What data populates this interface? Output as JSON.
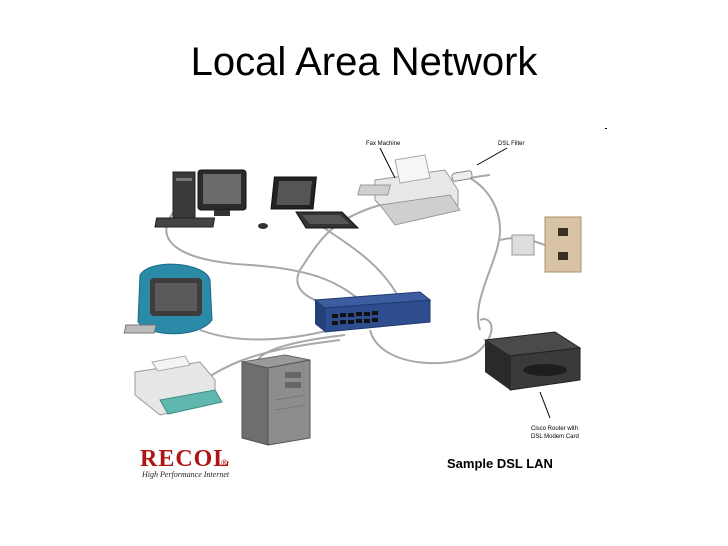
{
  "slide": {
    "title": "Local Area Network"
  },
  "diagram": {
    "labels": {
      "fax_machine": "Fax Machine",
      "dsl_filter": "DSL Filter",
      "router_line1": "Cisco Router with",
      "router_line2": "DSL Modem Card"
    },
    "caption": "Sample DSL LAN",
    "logo": {
      "name": "RECOL",
      "registered": "®",
      "tagline": "High Performance Internet"
    },
    "devices": [
      "desktop-pc-icon",
      "laptop-icon",
      "fax-machine-icon",
      "dsl-filter-icon",
      "wall-jack-icon",
      "imac-icon",
      "network-switch-icon",
      "laser-printer-icon",
      "tower-server-icon",
      "cisco-router-icon"
    ],
    "colors": {
      "cable": "#a8a8a8",
      "logo_red": "#b01515",
      "switch_blue": "#2d4d8e",
      "imac_teal": "#2a8aa8"
    }
  }
}
